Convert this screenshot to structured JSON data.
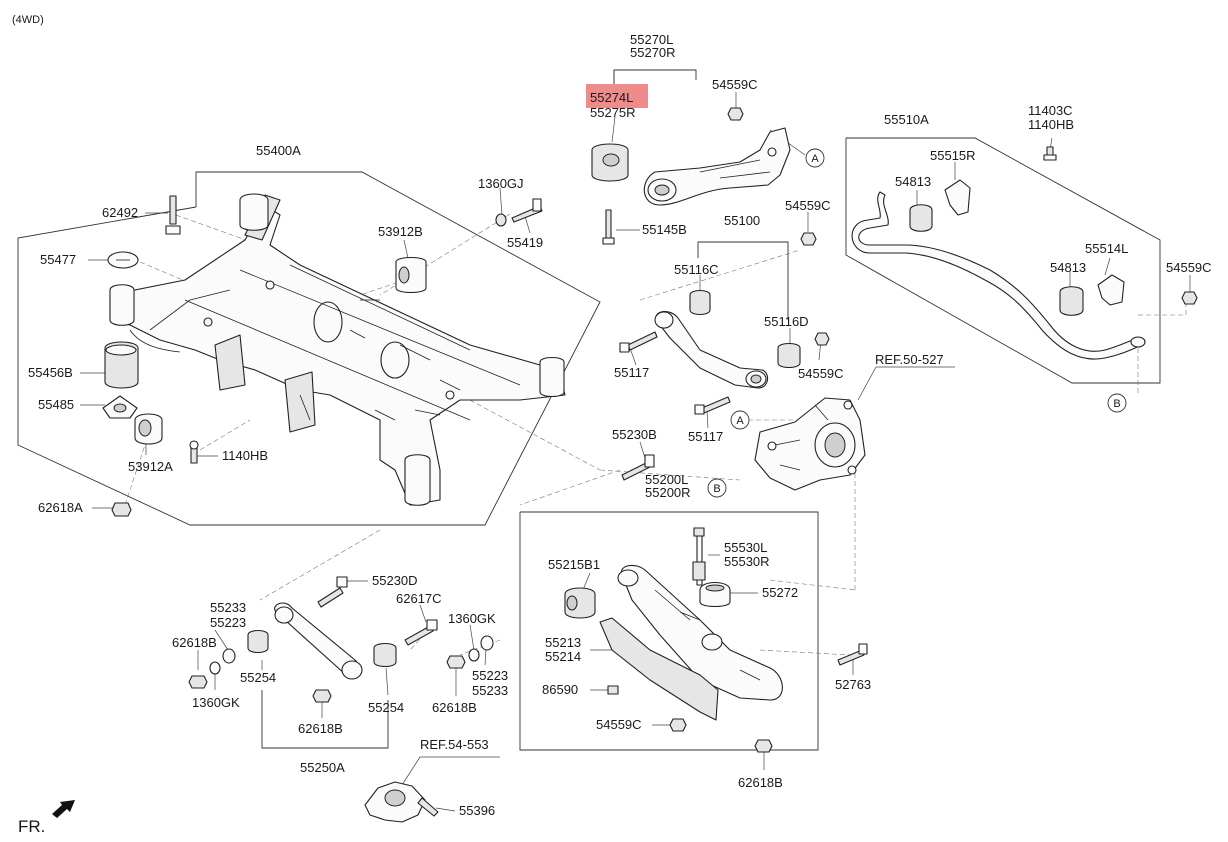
{
  "header": {
    "variant": "(4WD)"
  },
  "labels": {
    "l55270L": "55270L",
    "l55270R": "55270R",
    "l55274L": "55274L",
    "l55275R": "55275R",
    "l54559C_a": "54559C",
    "l54559C_b": "54559C",
    "l54559C_c": "54559C",
    "l54559C_d": "54559C",
    "l54559C_e": "54559C",
    "l55510A": "55510A",
    "l11403C": "11403C",
    "l1140HB_a": "1140HB",
    "l55515R": "55515R",
    "l54813_a": "54813",
    "l54813_b": "54813",
    "l55514L": "55514L",
    "l55400A": "55400A",
    "l1360GJ": "1360GJ",
    "l62492": "62492",
    "l55419": "55419",
    "l55477": "55477",
    "l53912B": "53912B",
    "l55145B": "55145B",
    "l55100": "55100",
    "l55116C": "55116C",
    "l55116D": "55116D",
    "l55456B": "55456B",
    "l55485": "55485",
    "l53912A": "53912A",
    "l1140HB_b": "1140HB",
    "l55117_a": "55117",
    "l55117_b": "55117",
    "l62618A": "62618A",
    "lREF50": "REF.50-527",
    "l55230B": "55230B",
    "l55200L": "55200L",
    "l55200R": "55200R",
    "l55530L": "55530L",
    "l55530R": "55530R",
    "l55215B1": "55215B1",
    "l55272": "55272",
    "l55213": "55213",
    "l55214": "55214",
    "l86590": "86590",
    "l52763": "52763",
    "l62618B_a": "62618B",
    "l62618B_b": "62618B",
    "l62618B_c": "62618B",
    "l62618B_d": "62618B",
    "l55230D": "55230D",
    "l55233_a": "55233",
    "l55223_a": "55223",
    "l62617C": "62617C",
    "l1360GK_a": "1360GK",
    "l1360GK_b": "1360GK",
    "l55223_b": "55223",
    "l55233_b": "55233",
    "l55254_a": "55254",
    "l55254_b": "55254",
    "l55250A": "55250A",
    "lREF54": "REF.54-553",
    "l55396": "55396",
    "lFR": "FR."
  },
  "callouts": {
    "A": "A",
    "B": "B"
  },
  "colors": {
    "highlight": "#f08b8b",
    "line": "#222222"
  }
}
